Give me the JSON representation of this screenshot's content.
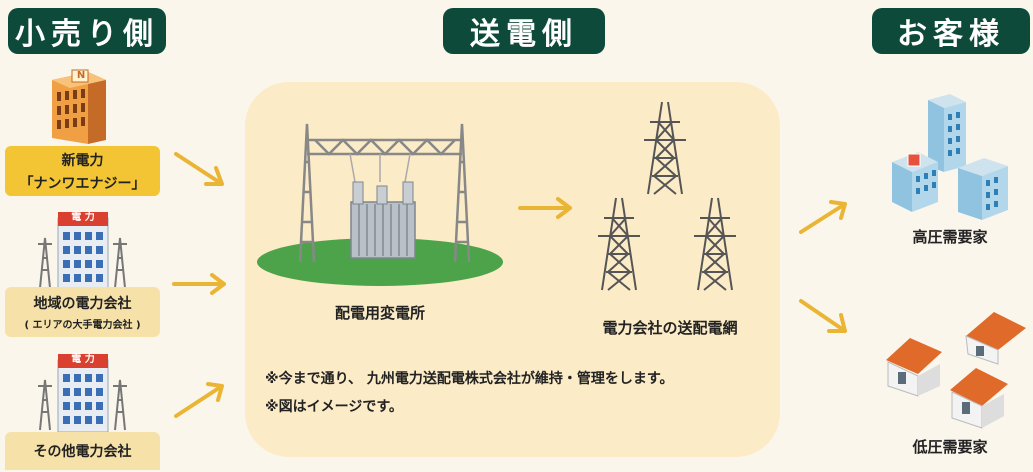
{
  "headers": {
    "left": "小売り側",
    "center": "送電側",
    "right": "お客様"
  },
  "retailers": [
    {
      "line1": "新電力",
      "line2": "「ナンワエナジー」"
    },
    {
      "line1": "地域の電力会社",
      "line2": "( エリアの大手電力会社 )"
    },
    {
      "line1": "その他電力会社",
      "line2": ""
    }
  ],
  "building_sign": "電 力",
  "logo_letter": "N",
  "substation_label": "配電用変電所",
  "grid_label": "電力会社の送配電網",
  "notes": [
    "※今まで通り、 九州電力送配電株式会社が維持・管理をします。",
    "※図はイメージです。"
  ],
  "customers": {
    "high_voltage": "高圧需要家",
    "low_voltage": "低圧需要家"
  },
  "colors": {
    "header_bg": "#0e4a3a",
    "highlight_box": "#f3c535",
    "plain_box": "#f6e2a8",
    "panel": "#fbebc7",
    "arrow": "#eab534"
  }
}
